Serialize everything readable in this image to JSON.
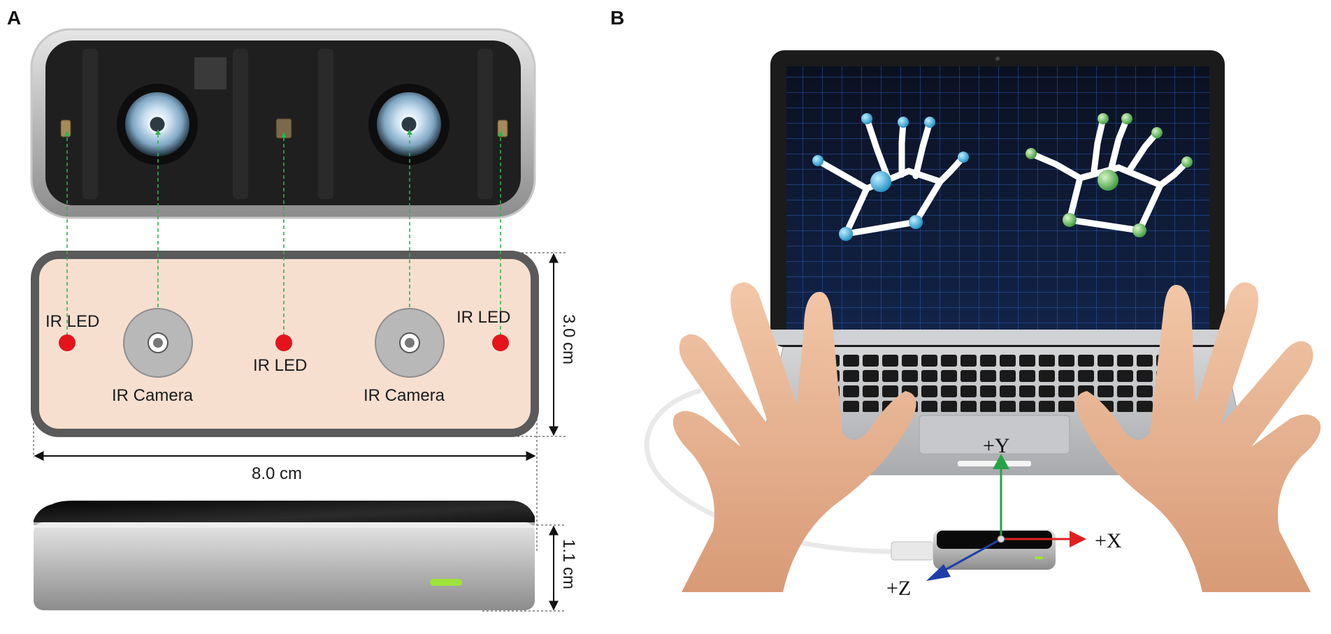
{
  "panels": {
    "a": {
      "letter": "A"
    },
    "b": {
      "letter": "B"
    }
  },
  "schematic": {
    "ir_led_left": "IR LED",
    "ir_led_center": "IR LED",
    "ir_led_right": "IR LED",
    "ir_camera_left": "IR Camera",
    "ir_camera_right": "IR Camera"
  },
  "dimensions": {
    "width": "8.0 cm",
    "depth": "3.0 cm",
    "height": "1.1 cm"
  },
  "axes": {
    "y": "+Y",
    "x": "+X",
    "z": "+Z"
  },
  "colors": {
    "led_red": "#e4141b",
    "guide_green": "#2db34a",
    "schematic_fill": "#f7dfd0",
    "schematic_border": "#5a5a5a",
    "hand_blue": "#2aa6d8",
    "hand_green": "#45b04a",
    "axis_y": "#27a347",
    "axis_x": "#e02020",
    "axis_z": "#1f3fa8"
  }
}
